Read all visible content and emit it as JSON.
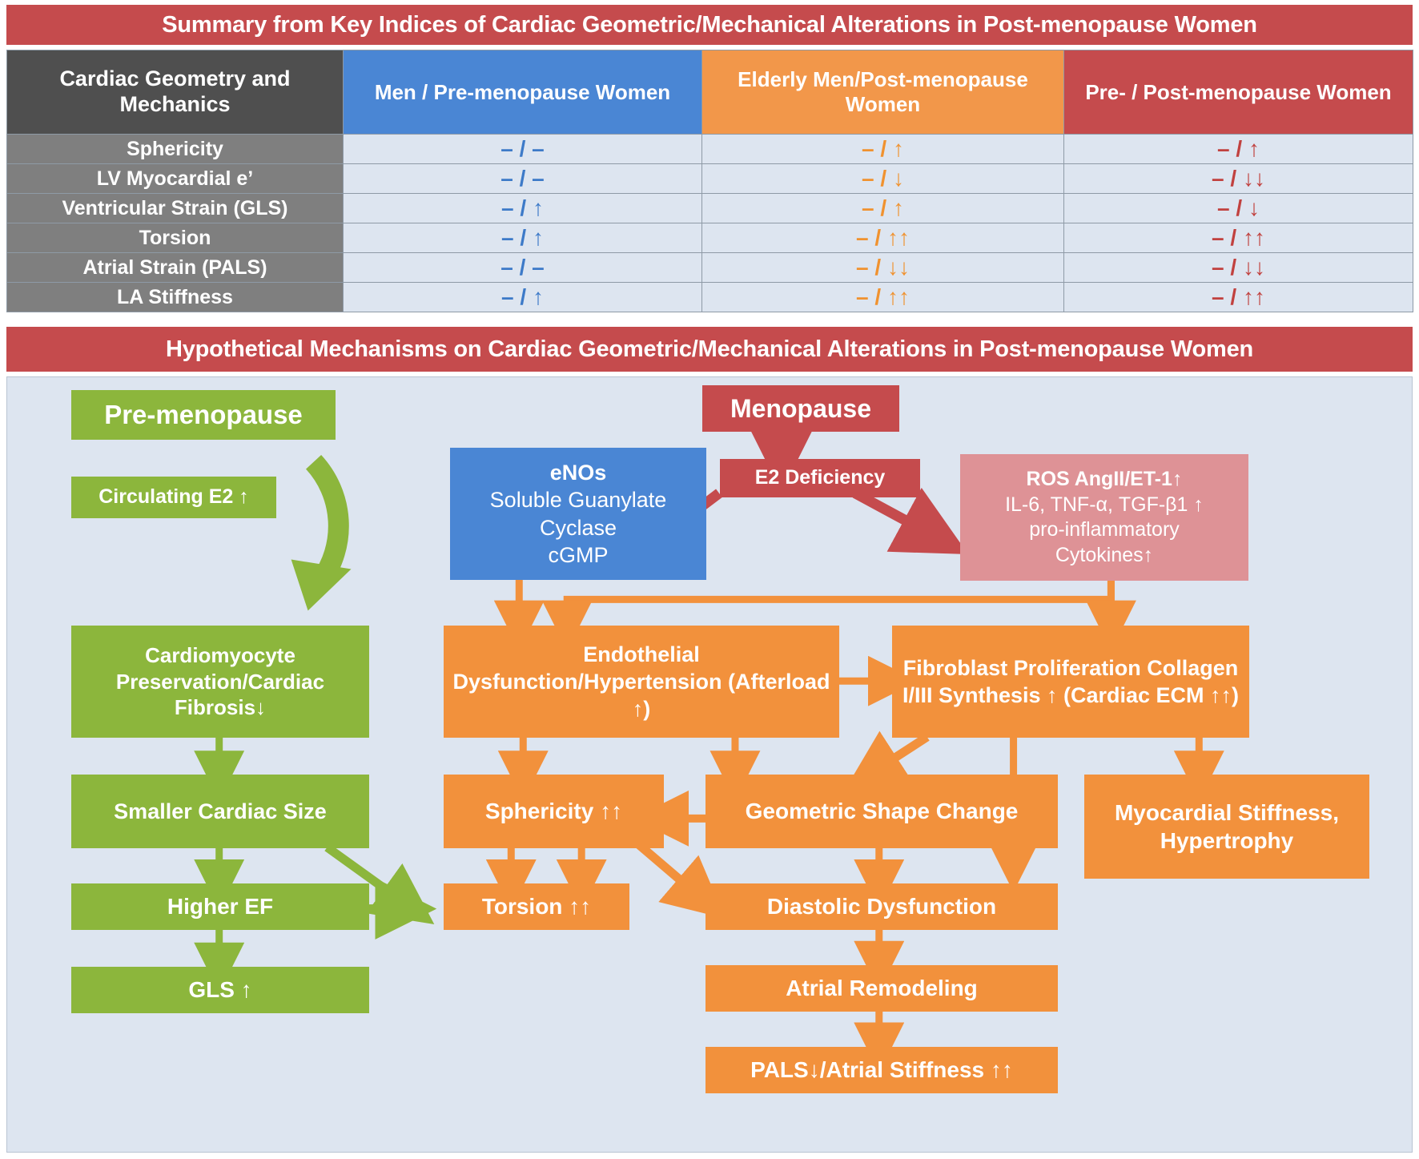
{
  "summary": {
    "banner": "Summary from Key Indices of Cardiac Geometric/Mechanical Alterations in Post-menopause Women",
    "columns": [
      "Cardiac Geometry and Mechanics",
      "Men / Pre-menopause Women",
      "Elderly Men/Post-menopause Women",
      "Pre- / Post-menopause Women"
    ],
    "column_colors": [
      "#4f4f4f",
      "#4a86d4",
      "#f2974a",
      "#c54b4d"
    ],
    "value_colors": [
      "#3d7ac8",
      "#f0922f",
      "#c1413f"
    ],
    "rows": [
      {
        "label": "Sphericity",
        "men_pre": "– / –",
        "elderly_post": "– / ↑",
        "pre_post": "– / ↑"
      },
      {
        "label": "LV Myocardial e’",
        "men_pre": "– / –",
        "elderly_post": "– / ↓",
        "pre_post": "– / ↓↓"
      },
      {
        "label": "Ventricular Strain (GLS)",
        "men_pre": "– / ↑",
        "elderly_post": "– / ↑",
        "pre_post": "– / ↓"
      },
      {
        "label": "Torsion",
        "men_pre": "– / ↑",
        "elderly_post": "– / ↑↑",
        "pre_post": "– / ↑↑"
      },
      {
        "label": "Atrial Strain (PALS)",
        "men_pre": "– / –",
        "elderly_post": "– / ↓↓",
        "pre_post": "– / ↓↓"
      },
      {
        "label": "LA Stiffness",
        "men_pre": "– / ↑",
        "elderly_post": "– / ↑↑",
        "pre_post": "– / ↑↑"
      }
    ]
  },
  "mechanisms": {
    "banner": "Hypothetical Mechanisms on Cardiac Geometric/Mechanical Alterations in Post-menopause Women",
    "nodes": {
      "pre_menopause": "Pre-menopause",
      "menopause": "Menopause",
      "circulating_e2": "Circulating E2 ↑",
      "enos_title": "eNOs",
      "enos_line2": "Soluble Guanylate",
      "enos_line3": "Cyclase",
      "enos_line4": "cGMP",
      "e2_deficiency": "E2 Deficiency",
      "ros_title": "ROS AngII/ET-1↑",
      "ros_line2": "IL-6, TNF-α, TGF-β1 ↑",
      "ros_line3": "pro-inflammatory",
      "ros_line4": "Cytokines↑",
      "cardiomyocyte": "Cardiomyocyte Preservation/Cardiac Fibrosis↓",
      "smaller_cardiac_size": "Smaller Cardiac Size",
      "higher_ef": "Higher EF",
      "gls": "GLS ↑",
      "endothelial": "Endothelial Dysfunction/Hypertension (Afterload ↑)",
      "fibroblast": "Fibroblast Proliferation Collagen I/III Synthesis ↑ (Cardiac ECM ↑↑)",
      "sphericity": "Sphericity ↑↑",
      "geometric_shape_change": "Geometric Shape Change",
      "myocardial_stiffness": "Myocardial Stiffness, Hypertrophy",
      "torsion": "Torsion ↑↑",
      "diastolic_dysfunction": "Diastolic Dysfunction",
      "atrial_remodeling": "Atrial Remodeling",
      "pals": "PALS↓/Atrial Stiffness ↑↑"
    },
    "colors": {
      "green": "#8cb63c",
      "orange": "#f2913c",
      "blue": "#4a86d4",
      "red": "#c54b4d",
      "pink": "#de9296",
      "canvas": "#dde5f0"
    }
  }
}
